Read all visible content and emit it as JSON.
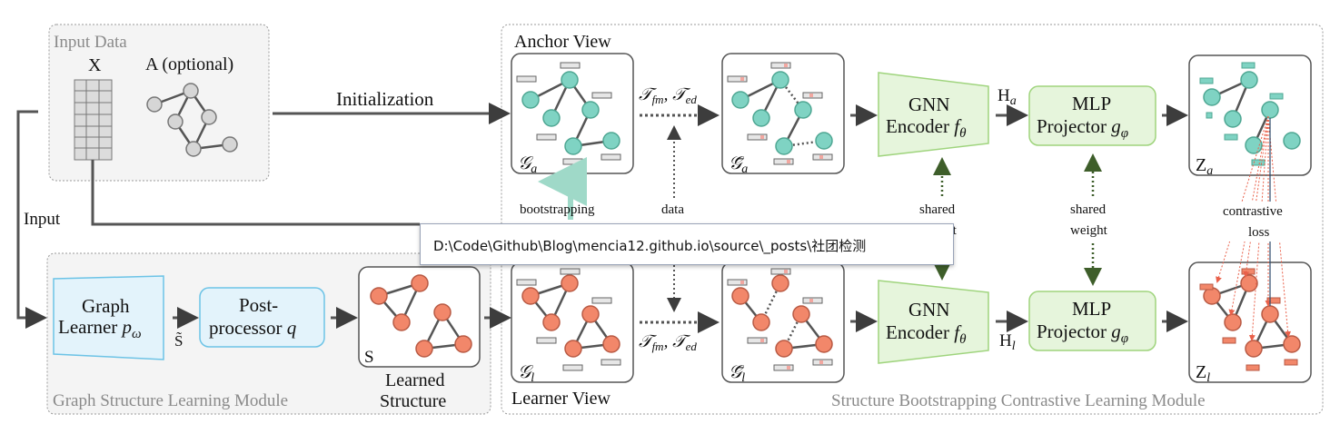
{
  "input_data": {
    "title": "Input Data",
    "x_label": "X",
    "a_label": "A (optional)"
  },
  "labels": {
    "input": "Input",
    "initialization": "Initialization",
    "bootstrapping": "bootstrapping",
    "data": "data",
    "shared_weight_1a": "shared",
    "shared_weight_1b": "weight",
    "shared_weight_2a": "shared",
    "shared_weight_2b": "weight",
    "contrastive_a": "contrastive",
    "contrastive_b": "loss",
    "s_tilde": "S̃",
    "h_a": "H",
    "h_a_sub": "a",
    "h_l": "H",
    "h_l_sub": "l"
  },
  "anchor": {
    "title": "Anchor View",
    "graph": "𝒢",
    "graph_sub": "a",
    "graph_bar": "𝒢̄",
    "graph_bar_sub": "a",
    "aug": "𝒯",
    "aug_fm": "fm",
    "aug_ed": "ed",
    "encoder_1": "GNN",
    "encoder_2": "Encoder",
    "encoder_f": "f",
    "encoder_theta": "θ",
    "proj_1": "MLP",
    "proj_2": "Projector",
    "proj_g": "g",
    "proj_phi": "φ",
    "z": "Z",
    "z_sub": "a"
  },
  "learner": {
    "title": "Learner View",
    "graph": "𝒢",
    "graph_sub": "l",
    "graph_bar": "𝒢̄",
    "graph_bar_sub": "l",
    "aug": "𝒯",
    "aug_fm": "fm",
    "aug_ed": "ed",
    "encoder_1": "GNN",
    "encoder_2": "Encoder",
    "encoder_f": "f",
    "encoder_theta": "θ",
    "proj_1": "MLP",
    "proj_2": "Projector",
    "proj_g": "g",
    "proj_phi": "φ",
    "z": "Z",
    "z_sub": "l"
  },
  "gsl": {
    "module_title": "Graph Structure Learning Module",
    "learner_1": "Graph",
    "learner_2": "Learner",
    "learner_p": "p",
    "learner_omega": "ω",
    "post_1": "Post-",
    "post_2": "processor",
    "post_q": "q",
    "s_label": "S",
    "learned_1": "Learned",
    "learned_2": "Structure"
  },
  "sbcl": {
    "module_title": "Structure Bootstrapping Contrastive Learning Module"
  },
  "tooltip": {
    "path": "D:\\Code\\Github\\Blog\\mencia12.github.io\\source\\_posts\\社团检测"
  },
  "colors": {
    "teal_node": "#7fd3c3",
    "salmon_node": "#f2876a",
    "green_box": "#e6f5dc",
    "blue_box": "#e3f3fb",
    "red_arrow": "#e9604a",
    "dark_arrow": "#3d3d3d"
  }
}
